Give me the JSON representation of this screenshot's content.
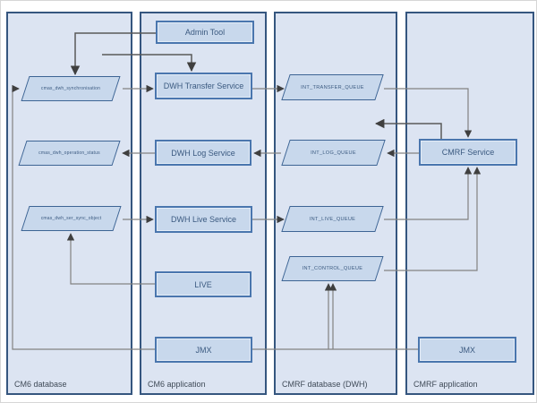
{
  "lanes": [
    {
      "id": "cm6-database",
      "label": "CM6 database"
    },
    {
      "id": "cm6-application",
      "label": "CM6 application"
    },
    {
      "id": "cmrf-database",
      "label": "CMRF database (DWH)"
    },
    {
      "id": "cmrf-application",
      "label": "CMRF application"
    }
  ],
  "nodes": {
    "admin_tool": {
      "label": "Admin Tool",
      "shape": "rectangle",
      "lane": "CM6 application"
    },
    "dwh_transfer_service": {
      "label": "DWH Transfer Service",
      "shape": "rectangle",
      "lane": "CM6 application"
    },
    "dwh_log_service": {
      "label": "DWH Log Service",
      "shape": "rectangle",
      "lane": "CM6 application"
    },
    "dwh_live_service": {
      "label": "DWH Live Service",
      "shape": "rectangle",
      "lane": "CM6 application"
    },
    "live": {
      "label": "LIVE",
      "shape": "rectangle",
      "lane": "CM6 application"
    },
    "jmx_cm6": {
      "label": "JMX",
      "shape": "rectangle",
      "lane": "CM6 application"
    },
    "cmas_dwh_synchronisation": {
      "label": "cmas_dwh_synchronisation",
      "shape": "parallelogram",
      "lane": "CM6 database"
    },
    "cmas_dwh_operation_status": {
      "label": "cmas_dwh_operation_status",
      "shape": "parallelogram",
      "lane": "CM6 database"
    },
    "cmas_dwh_ser_sync_object": {
      "label": "cmas_dwh_ser_sync_object",
      "shape": "parallelogram",
      "lane": "CM6 database"
    },
    "int_transfer_queue": {
      "label": "INT_TRANSFER_QUEUE",
      "shape": "parallelogram",
      "lane": "CMRF database (DWH)"
    },
    "int_log_queue": {
      "label": "INT_LOG_QUEUE",
      "shape": "parallelogram",
      "lane": "CMRF database (DWH)"
    },
    "int_live_queue": {
      "label": "INT_LIVE_QUEUE",
      "shape": "parallelogram",
      "lane": "CMRF database (DWH)"
    },
    "int_control_queue": {
      "label": "INT_CONTROL_QUEUE",
      "shape": "parallelogram",
      "lane": "CMRF database (DWH)"
    },
    "cmrf_service": {
      "label": "CMRF Service",
      "shape": "rectangle",
      "lane": "CMRF application"
    },
    "jmx_cmrf": {
      "label": "JMX",
      "shape": "rectangle",
      "lane": "CMRF application"
    }
  },
  "edges": [
    {
      "from": "admin_tool",
      "to": "cmas_dwh_synchronisation",
      "style": "dark"
    },
    {
      "from": "(unconnected start)",
      "to": "dwh_transfer_service",
      "style": "dark"
    },
    {
      "from": "cmas_dwh_synchronisation",
      "to": "dwh_transfer_service",
      "style": "light"
    },
    {
      "from": "dwh_transfer_service",
      "to": "int_transfer_queue",
      "style": "light"
    },
    {
      "from": "int_transfer_queue",
      "to": "cmrf_service",
      "style": "light"
    },
    {
      "from": "cmrf_service",
      "to": "(unconnected arrow pointing left)",
      "style": "dark"
    },
    {
      "from": "cmrf_service",
      "to": "int_log_queue",
      "style": "light"
    },
    {
      "from": "int_log_queue",
      "to": "dwh_log_service",
      "style": "light"
    },
    {
      "from": "dwh_log_service",
      "to": "cmas_dwh_operation_status",
      "style": "light"
    },
    {
      "from": "cmas_dwh_ser_sync_object",
      "to": "dwh_live_service",
      "style": "light"
    },
    {
      "from": "dwh_live_service",
      "to": "int_live_queue",
      "style": "light"
    },
    {
      "from": "int_live_queue",
      "to": "cmrf_service",
      "style": "light"
    },
    {
      "from": "int_control_queue",
      "to": "cmrf_service",
      "style": "light"
    },
    {
      "from": "live",
      "to": "cmas_dwh_ser_sync_object",
      "style": "light"
    },
    {
      "from": "jmx_cm6",
      "to": "cmas_dwh_synchronisation",
      "style": "light"
    },
    {
      "from": "jmx_cm6",
      "to": "jmx_cmrf",
      "style": "light"
    },
    {
      "from": "jmx_cm6",
      "to": "int_control_queue",
      "style": "light"
    },
    {
      "from": "jmx_cmrf",
      "to": "int_control_queue",
      "style": "light"
    }
  ],
  "colors": {
    "lane_fill": "#dce4f2",
    "lane_border": "#35567f",
    "node_fill": "#c8d8ec",
    "node_border": "#4a76ae",
    "parallelogram_border": "#3d6494",
    "connector": "#828282",
    "connector_dark": "#595959",
    "arrowhead": "#3f3f3f",
    "node_text": "#3b5a80",
    "lane_label_text": "#3f4a57"
  }
}
